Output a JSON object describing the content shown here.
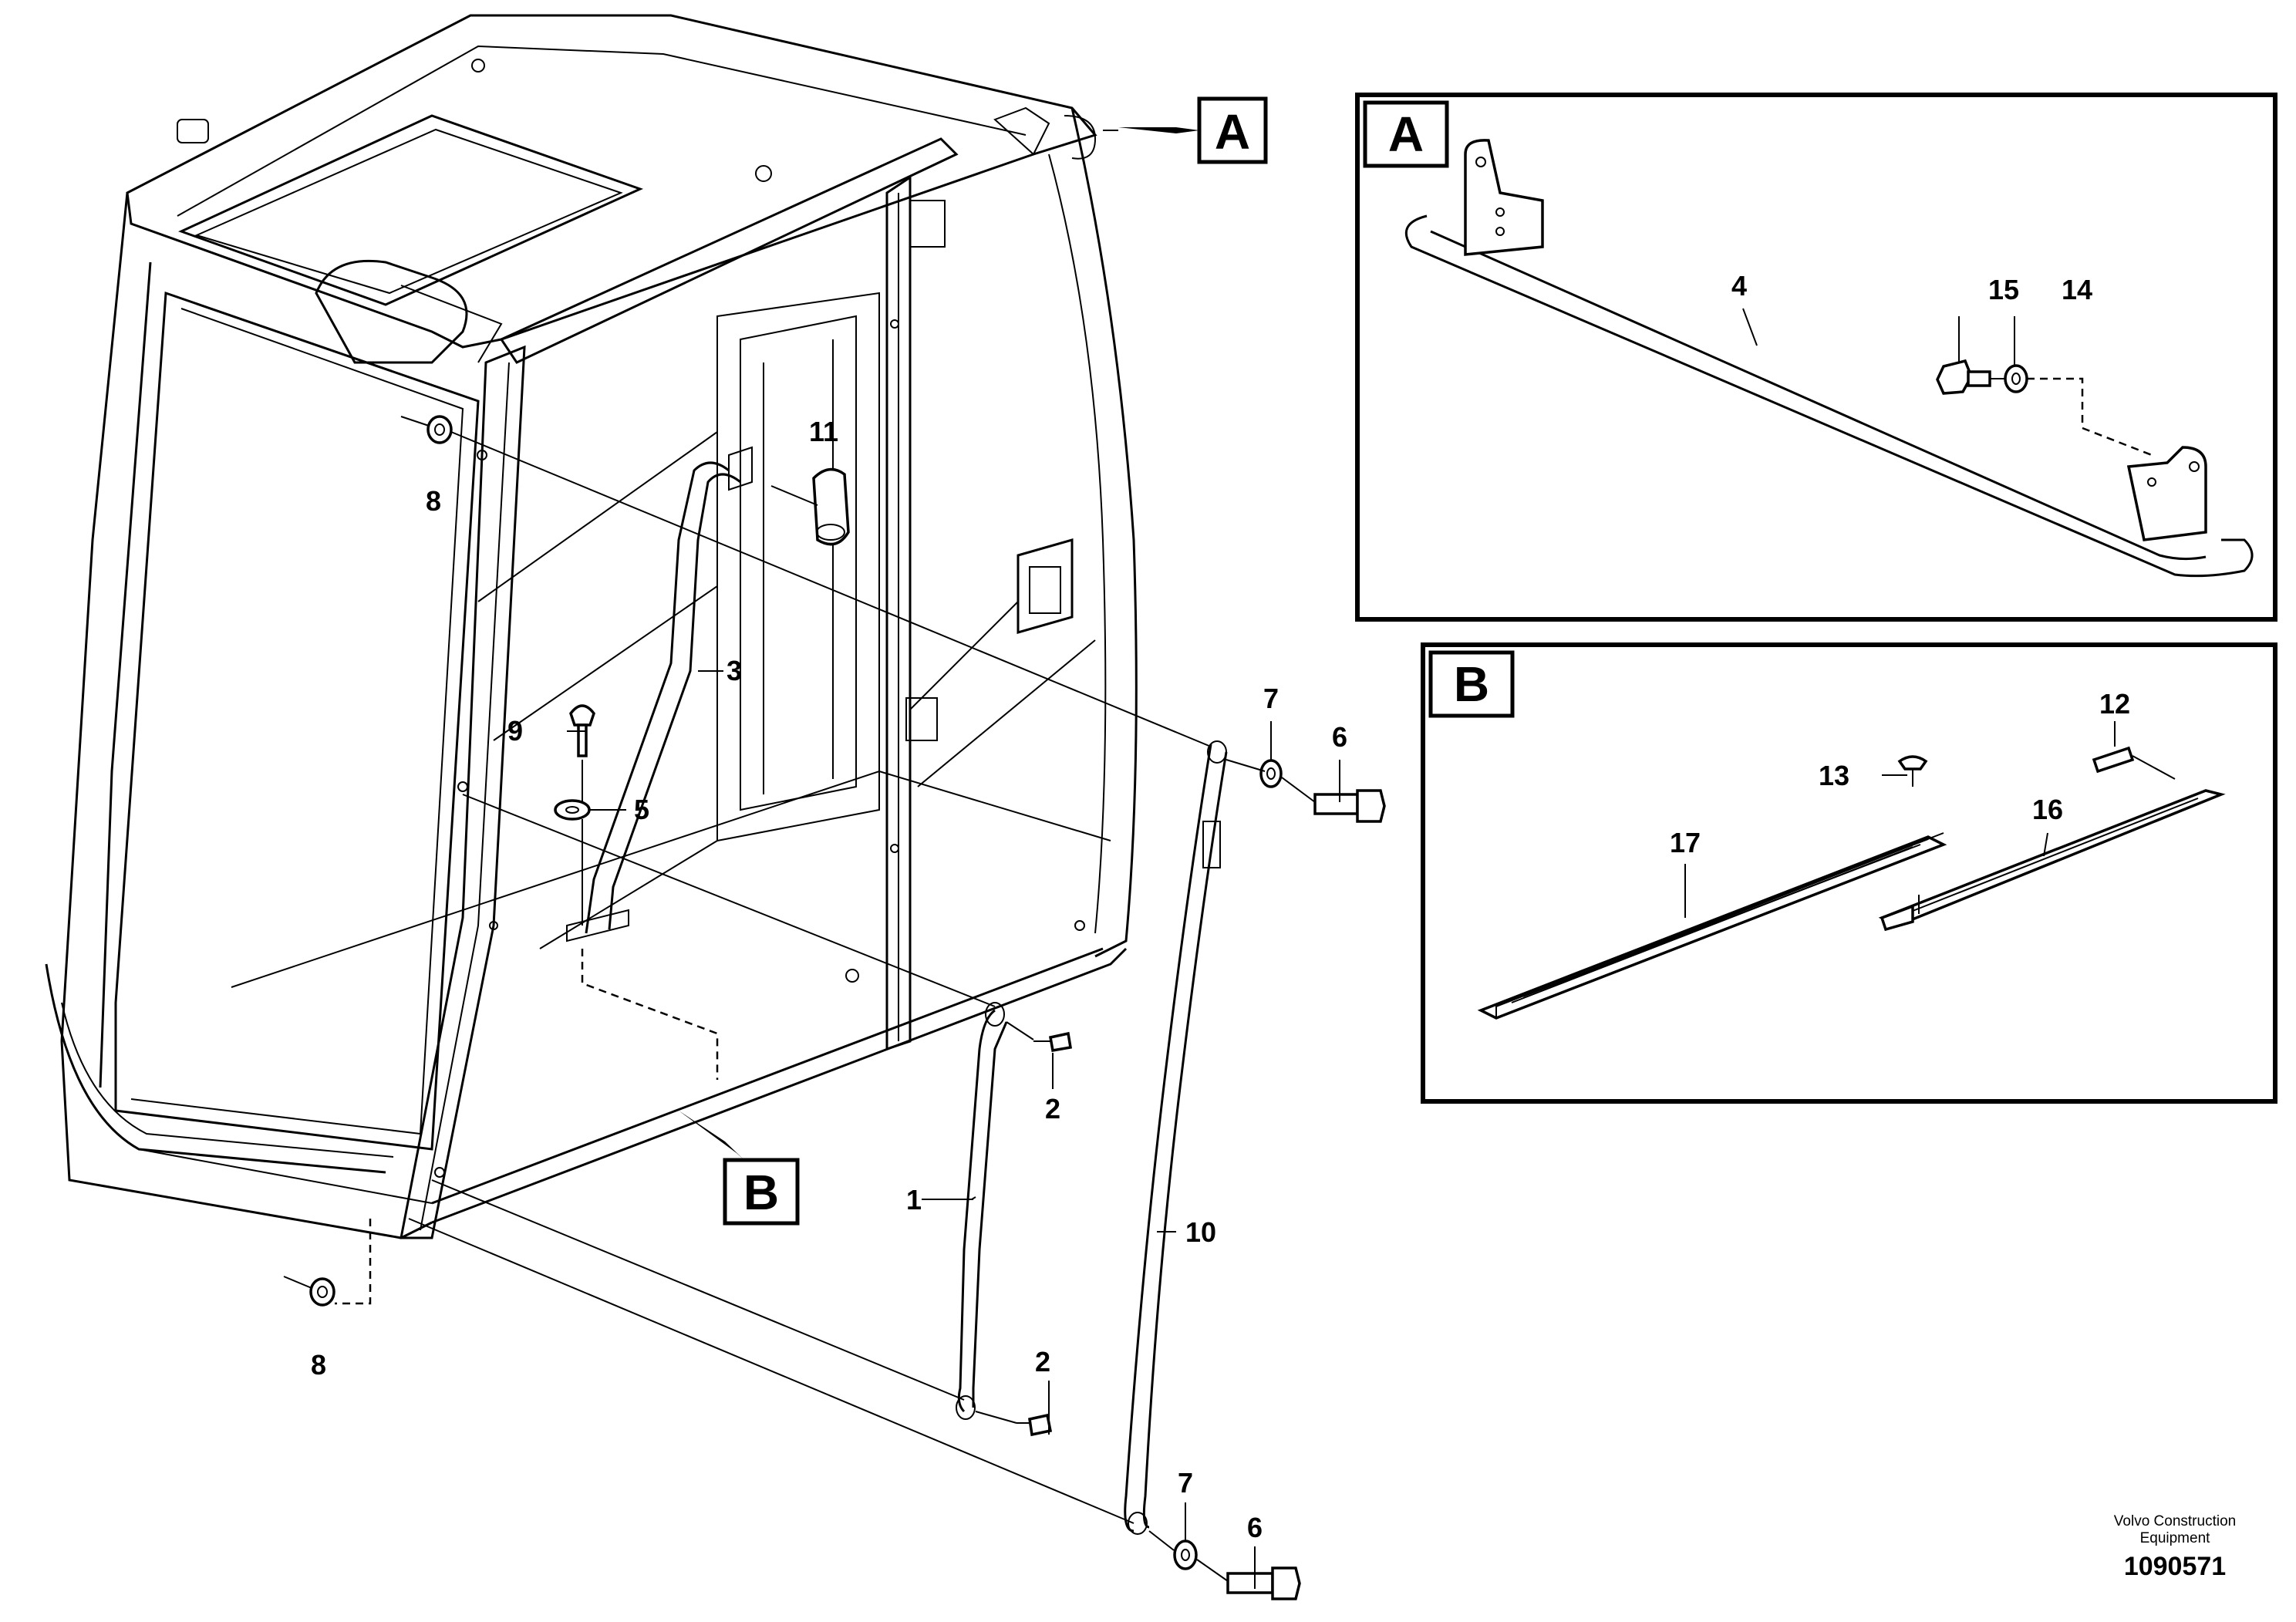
{
  "sections": {
    "a": {
      "letter": "A"
    },
    "b": {
      "letter": "B"
    }
  },
  "callouts": {
    "c1": "1",
    "c2_upper": "2",
    "c2_lower": "2",
    "c3": "3",
    "c4": "4",
    "c5": "5",
    "c6_upper": "6",
    "c6_lower": "6",
    "c7_upper": "7",
    "c7_lower": "7",
    "c8_upper": "8",
    "c8_lower": "8",
    "c9": "9",
    "c10": "10",
    "c11": "11",
    "c12": "12",
    "c13": "13",
    "c14": "14",
    "c15": "15",
    "c16": "16",
    "c17": "17"
  },
  "credit": {
    "line1": "Volvo Construction",
    "line2": "Equipment"
  },
  "drawing_number": "1090571"
}
